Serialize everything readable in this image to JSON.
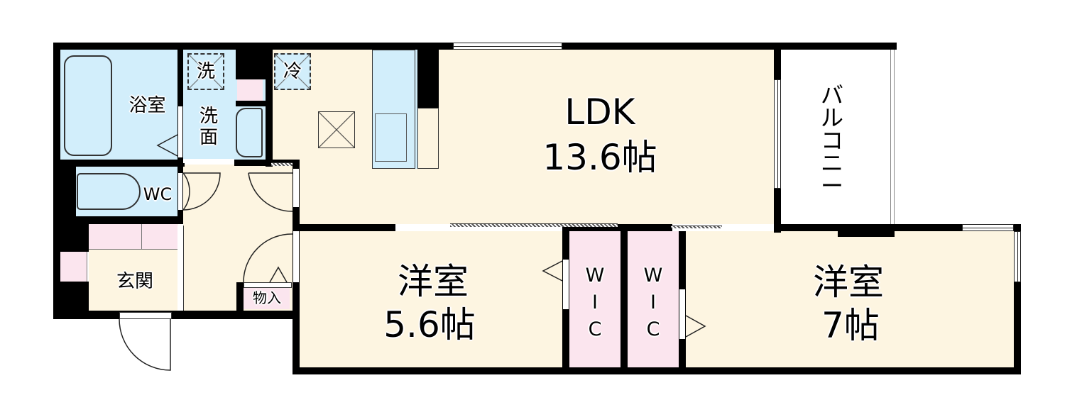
{
  "floorplan": {
    "rooms": {
      "ldk": {
        "name": "LDK",
        "size": "13.6帖"
      },
      "western_room_1": {
        "name": "洋室",
        "size": "5.6帖"
      },
      "western_room_2": {
        "name": "洋室",
        "size": "7帖"
      },
      "bathroom": {
        "name": "浴室"
      },
      "washroom": {
        "name": "洗\n面"
      },
      "toilet": {
        "name": "WC"
      },
      "entrance": {
        "name": "玄関"
      },
      "storage": {
        "name": "物入"
      },
      "wic_1": {
        "name": "W\nI\nC"
      },
      "wic_2": {
        "name": "W\nI\nC"
      },
      "balcony": {
        "name": "バ\nル\nコ\nニ\nー"
      }
    },
    "fixtures": {
      "washing_machine": "洗",
      "refrigerator": "冷"
    },
    "colors": {
      "floor": "#fdf5e1",
      "wet_area": "#d2eefb",
      "storage": "#fbe5ee",
      "wall": "#000000"
    }
  }
}
